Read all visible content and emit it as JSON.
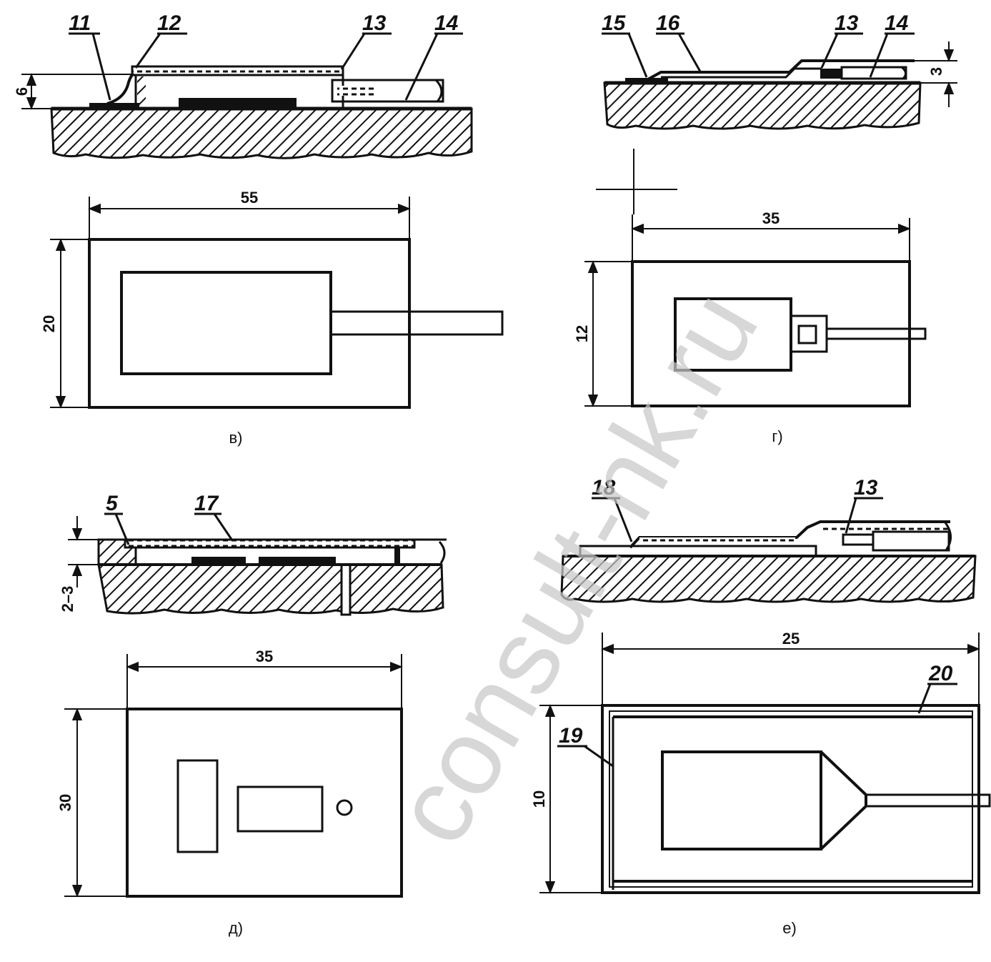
{
  "watermark": "consult-nk.ru",
  "panels": {
    "v": {
      "caption": "в)",
      "callouts": [
        "11",
        "12",
        "13",
        "14"
      ],
      "dims": {
        "height": "6",
        "width": "55",
        "depth": "20"
      }
    },
    "g": {
      "caption": "г)",
      "callouts": [
        "15",
        "16",
        "13",
        "14"
      ],
      "dims": {
        "height": "3",
        "width": "35",
        "depth": "12"
      }
    },
    "d": {
      "caption": "д)",
      "callouts": [
        "5",
        "17"
      ],
      "dims": {
        "height": "2–3",
        "width": "35",
        "depth": "30"
      }
    },
    "e": {
      "caption": "е)",
      "callouts": [
        "18",
        "13",
        "20",
        "19"
      ],
      "dims": {
        "width": "25",
        "depth": "10"
      }
    }
  }
}
